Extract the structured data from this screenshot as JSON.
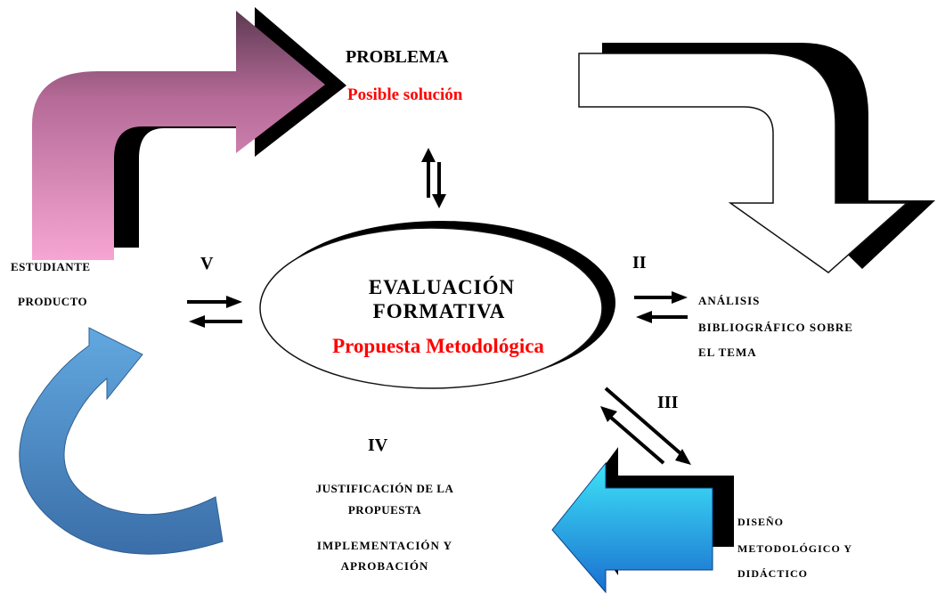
{
  "diagram": {
    "top": {
      "title": "PROBLEMA",
      "subtitle": "Posible solución"
    },
    "center": {
      "line1": "EVALUACIÓN",
      "line2": "FORMATIVA",
      "line3": "Propuesta Metodológica"
    },
    "stage_ii": {
      "numeral": "II",
      "line1": "ANÁLISIS",
      "line2": "BIBLIOGRÁFICO SOBRE",
      "line3": "EL TEMA"
    },
    "stage_iii": {
      "numeral": "III"
    },
    "stage_iii_text": {
      "line1": "DISEÑO",
      "line2": "METODOLÓGICO Y",
      "line3": "DIDÁCTICO"
    },
    "stage_iv": {
      "numeral": "IV",
      "line1": "JUSTIFICACIÓN DE LA",
      "line2": "PROPUESTA",
      "line3": "IMPLEMENTACIÓN Y",
      "line4": "APROBACIÓN"
    },
    "stage_v": {
      "numeral": "V",
      "line1": "ESTUDIANTE",
      "line2": "PRODUCTO"
    },
    "colors": {
      "pink_top": "#5e3a52",
      "pink_mid": "#b56a97",
      "pink_light": "#f7a6d3",
      "blue_light": "#62a8e0",
      "blue_dark": "#3b6ea8",
      "cyan_light": "#3ee3f7",
      "cyan_dark": "#1a6fd0",
      "red_text": "#ff0000",
      "shadow": "#000000"
    }
  }
}
